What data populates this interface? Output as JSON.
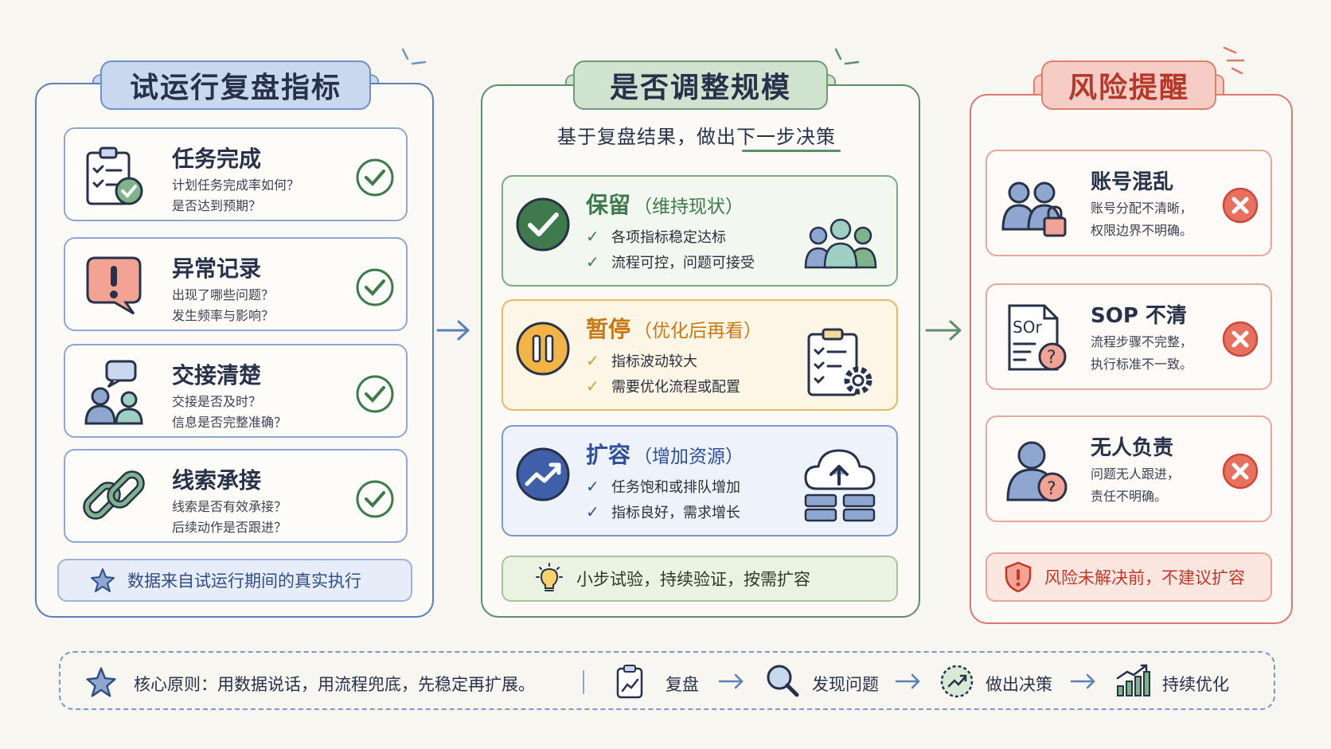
{
  "left": {
    "title": "试运行复盘指标",
    "cards": [
      {
        "title": "任务完成",
        "line1": "计划任务完成率如何？",
        "line2": "是否达到预期？",
        "icon": "clipboard-check-icon"
      },
      {
        "title": "异常记录",
        "line1": "出现了哪些问题？",
        "line2": "发生频率与影响？",
        "icon": "alert-bubble-icon"
      },
      {
        "title": "交接清楚",
        "line1": "交接是否及时？",
        "line2": "信息是否完整准确？",
        "icon": "people-chat-icon"
      },
      {
        "title": "线索承接",
        "line1": "线索是否有效承接？",
        "line2": "后续动作是否跟进？",
        "icon": "chain-link-icon"
      }
    ],
    "note": "数据来自试运行期间的真实执行"
  },
  "middle": {
    "title": "是否调整规模",
    "subtitle": "基于复盘结果，做出下一步决策",
    "options": [
      {
        "title": "保留",
        "sub": "（维持现状）",
        "b1": "各项指标稳定达标",
        "b2": "流程可控，问题可接受",
        "color": "#3f7a4c"
      },
      {
        "title": "暂停",
        "sub": "（优化后再看）",
        "b1": "指标波动较大",
        "b2": "需要优化流程或配置",
        "color": "#c77a14"
      },
      {
        "title": "扩容",
        "sub": "（增加资源）",
        "b1": "任务饱和或排队增加",
        "b2": "指标良好，需求增长",
        "color": "#2e4f9a"
      }
    ],
    "note": "小步试验，持续验证，按需扩容"
  },
  "right": {
    "title": "风险提醒",
    "cards": [
      {
        "title": "账号混乱",
        "line1": "账号分配不清晰，",
        "line2": "权限边界不明确。"
      },
      {
        "title": "SOP 不清",
        "line1": "流程步骤不完整，",
        "line2": "执行标准不一致。",
        "doc_text": "SOr"
      },
      {
        "title": "无人负责",
        "line1": "问题无人跟进，",
        "line2": "责任不明确。"
      }
    ],
    "note": "风险未解决前，不建议扩容"
  },
  "footer": {
    "principle": "核心原则：用数据说话，用流程兜底，先稳定再扩展。",
    "steps": [
      "复盘",
      "发现问题",
      "做出决策",
      "持续优化"
    ]
  }
}
